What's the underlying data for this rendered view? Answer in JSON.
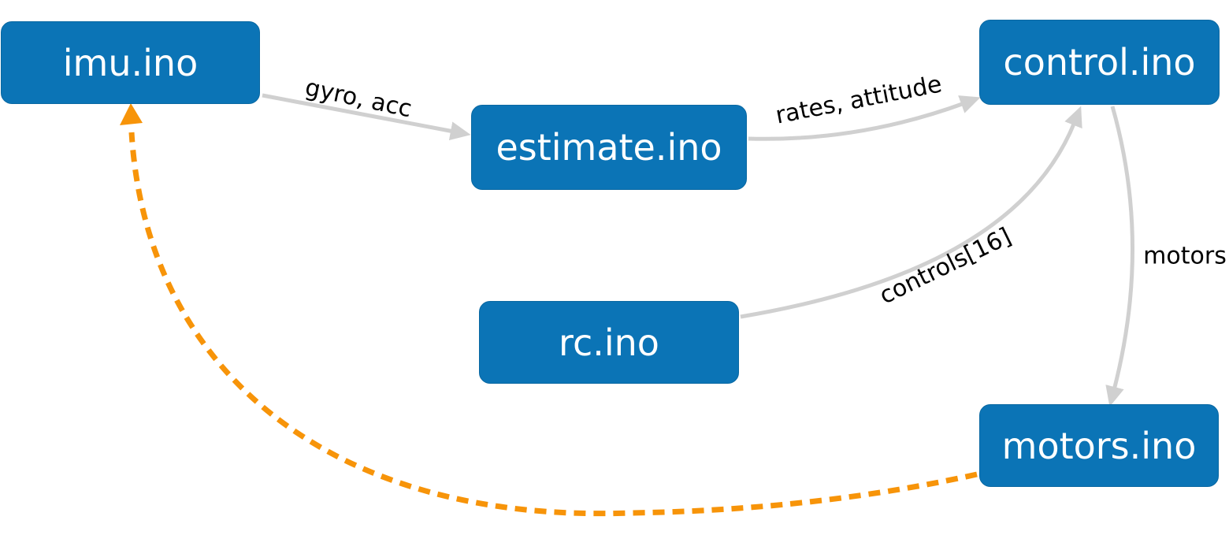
{
  "diagram": {
    "title": "",
    "colors": {
      "node_fill": "#0b74b6",
      "node_text": "#ffffff",
      "solid_edge": "#d0d0d0",
      "dashed_edge": "#f79409",
      "label_text": "#000000",
      "background": "#ffffff"
    },
    "nodes": [
      {
        "id": "imu",
        "label": "imu.ino"
      },
      {
        "id": "estimate",
        "label": "estimate.ino"
      },
      {
        "id": "control",
        "label": "control.ino"
      },
      {
        "id": "rc",
        "label": "rc.ino"
      },
      {
        "id": "motors",
        "label": "motors.ino"
      }
    ],
    "edges": [
      {
        "from": "imu",
        "to": "estimate",
        "label": "gyro, acc",
        "style": "solid-gray"
      },
      {
        "from": "estimate",
        "to": "control",
        "label": "rates, attitude",
        "style": "solid-gray"
      },
      {
        "from": "rc",
        "to": "control",
        "label": "controls[16]",
        "style": "solid-gray"
      },
      {
        "from": "control",
        "to": "motors",
        "label": "motors",
        "style": "solid-gray"
      },
      {
        "from": "motors",
        "to": "imu",
        "label": "",
        "style": "dashed-orange"
      }
    ]
  }
}
